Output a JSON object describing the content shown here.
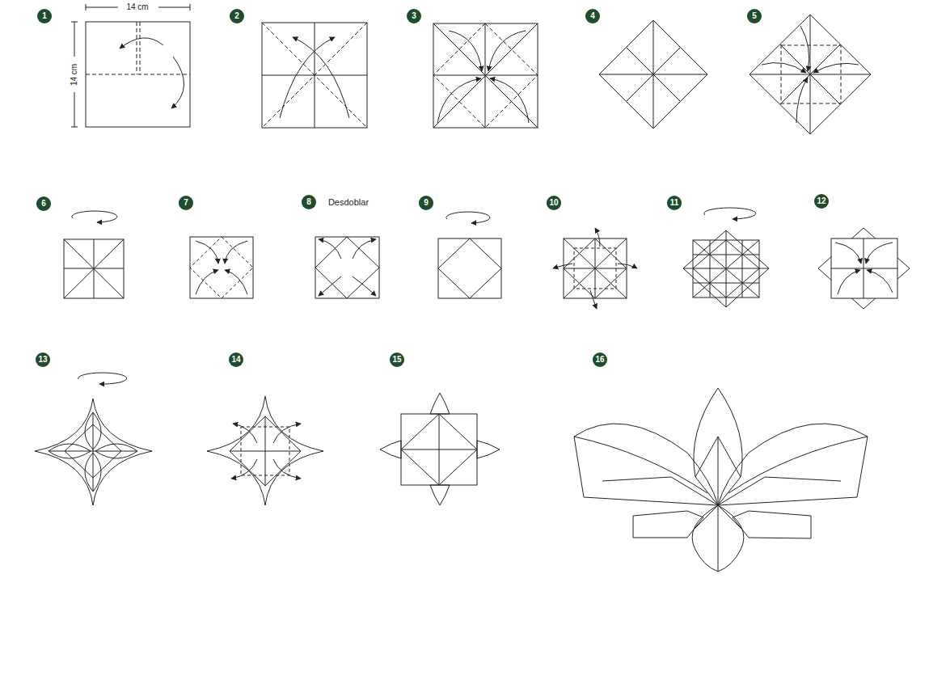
{
  "diagram": {
    "labels": [
      "1",
      "14 cm",
      "14 cm",
      "2",
      "3",
      "4",
      "5",
      "6",
      "7",
      "8",
      "Desdoblar",
      "9",
      "10",
      "11",
      "12",
      "13",
      "14",
      "15",
      "16"
    ]
  }
}
